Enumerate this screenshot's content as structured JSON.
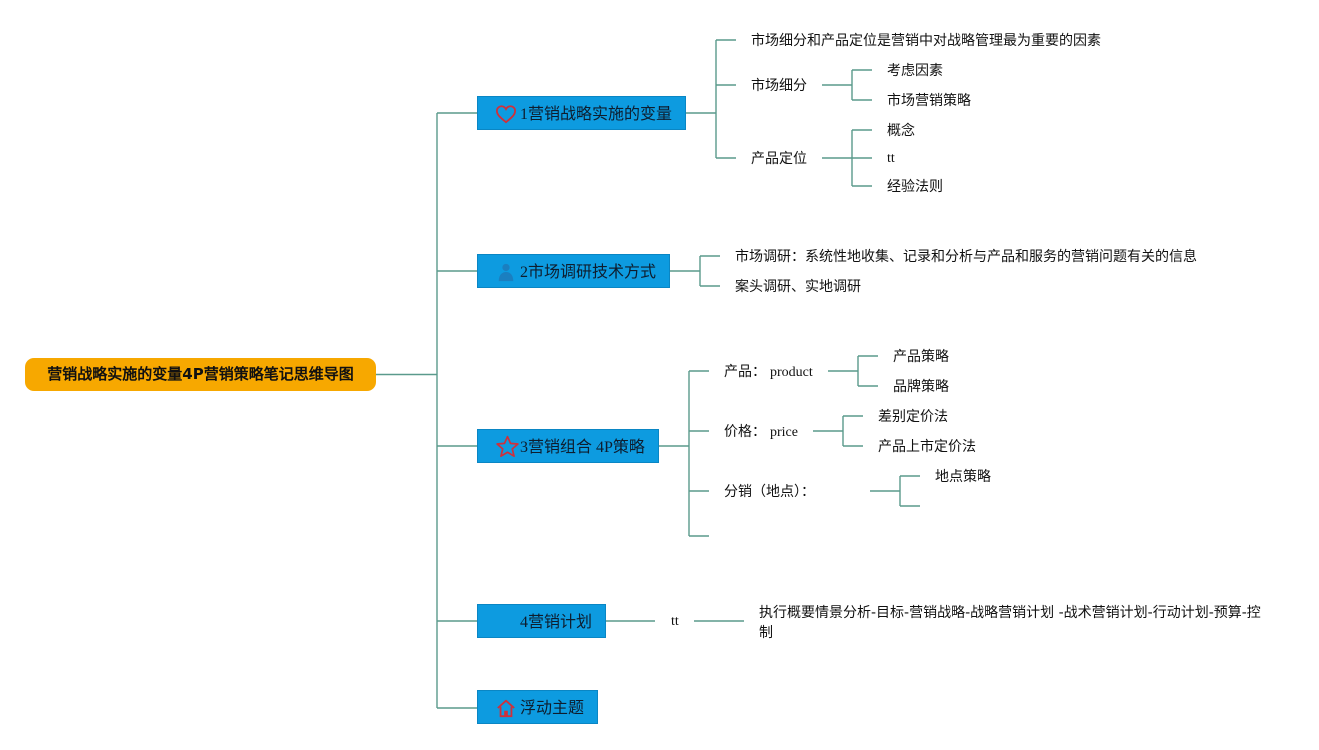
{
  "root": {
    "label": "营销战略实施的变量4P营销策略笔记思维导图"
  },
  "branches": [
    {
      "label": "1营销战略实施的变量",
      "icon": "heart-icon",
      "children": [
        {
          "label": "市场细分和产品定位是营销中对战略管理最为重要的因素"
        },
        {
          "label": "市场细分",
          "children": [
            "考虑因素",
            "市场营销策略"
          ]
        },
        {
          "label": "产品定位",
          "children": [
            "概念",
            "tt",
            "经验法则"
          ]
        }
      ]
    },
    {
      "label": "2市场调研技术方式",
      "icon": "person-icon",
      "children": [
        {
          "label": "市场调研：系统性地收集、记录和分析与产品和服务的营销问题有关的信息"
        },
        {
          "label": "案头调研、实地调研"
        }
      ]
    },
    {
      "label": "3营销组合 4P策略",
      "icon": "star-icon",
      "children": [
        {
          "label": "产品：",
          "label_en": "product",
          "children": [
            "产品策略",
            "品牌策略"
          ]
        },
        {
          "label": "价格：",
          "label_en": "price",
          "children": [
            "差别定价法",
            "产品上市定价法"
          ]
        },
        {
          "label": "分销（地点）：",
          "children": [
            "地点策略",
            ""
          ]
        },
        {
          "label": ""
        }
      ]
    },
    {
      "label": "4营销计划",
      "icon": "",
      "children": [
        {
          "label": "tt",
          "children": [
            "执行概要情景分析-目标-营销战略-战略营销计划 -战术营销计划-行动计划-预算-控",
            "制"
          ]
        }
      ]
    },
    {
      "label": "浮动主题",
      "icon": "home-icon",
      "children": []
    }
  ],
  "colors": {
    "root": "#f7a800",
    "branch": "#0d9be0",
    "line": "#5a9a8c",
    "icon": "#d0303a"
  }
}
